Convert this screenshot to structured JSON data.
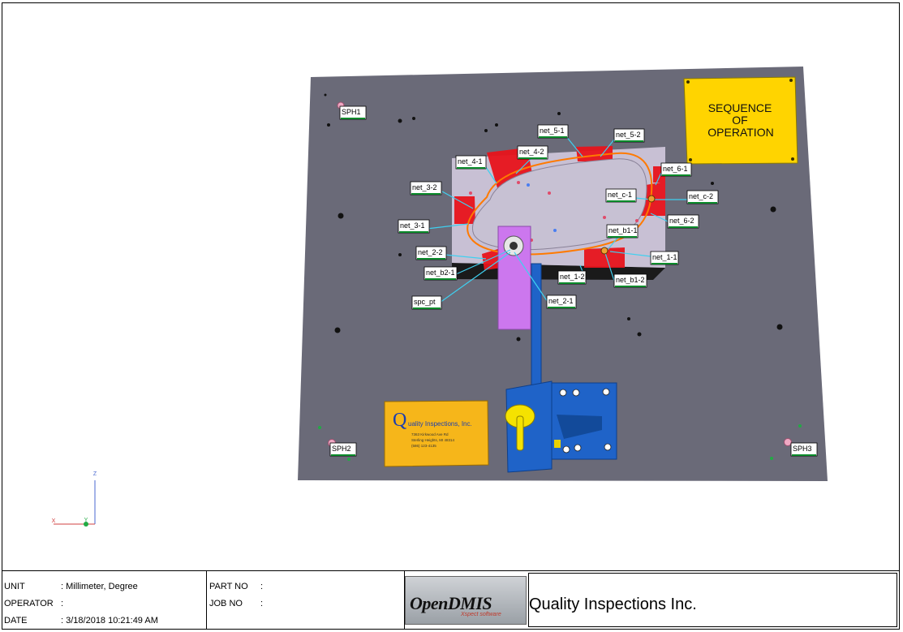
{
  "scene": {
    "sequence_title_lines": [
      "SEQUENCE",
      "OF",
      "OPERATION"
    ],
    "company_plate": {
      "initial": "Q",
      "name_rest": "uality Inspections, Inc.",
      "address_lines": [
        "7363 Kirkwood Ave Rd",
        "Sterling Heights, MI 48314",
        "(586) 123-4135"
      ]
    },
    "labels": [
      {
        "id": "SPH1",
        "text": "SPH1"
      },
      {
        "id": "SPH2",
        "text": "SPH2"
      },
      {
        "id": "SPH3",
        "text": "SPH3"
      },
      {
        "id": "net_5-1",
        "text": "net_5-1"
      },
      {
        "id": "net_5-2",
        "text": "net_5-2"
      },
      {
        "id": "net_4-1",
        "text": "net_4-1"
      },
      {
        "id": "net_4-2",
        "text": "net_4-2"
      },
      {
        "id": "net_6-1",
        "text": "net_6-1"
      },
      {
        "id": "net_3-2",
        "text": "net_3-2"
      },
      {
        "id": "net_c-1",
        "text": "net_c-1"
      },
      {
        "id": "net_c-2",
        "text": "net_c-2"
      },
      {
        "id": "net_3-1",
        "text": "net_3-1"
      },
      {
        "id": "net_6-2",
        "text": "net_6-2"
      },
      {
        "id": "net_b1-1",
        "text": "net_b1-1"
      },
      {
        "id": "net_2-2",
        "text": "net_2-2"
      },
      {
        "id": "net_1-1",
        "text": "net_1-1"
      },
      {
        "id": "net_b2-1",
        "text": "net_b2-1"
      },
      {
        "id": "net_1-2",
        "text": "net_1-2"
      },
      {
        "id": "net_b1-2",
        "text": "net_b1-2"
      },
      {
        "id": "spc_pt",
        "text": "spc_pt"
      },
      {
        "id": "net_2-1",
        "text": "net_2-1"
      }
    ],
    "axes": {
      "x": "X",
      "y": "Y",
      "z": "Z"
    },
    "colors": {
      "plate": "#6a6a78",
      "sign": "#ffd400",
      "pad": "#e8141c",
      "part": "#c7c1d3",
      "arm": "#cc77ee",
      "clamp": "#1f63c8",
      "leader": "#3fd0f0"
    }
  },
  "footer": {
    "unit": {
      "label": "UNIT",
      "value": ": Millimeter, Degree"
    },
    "operator": {
      "label": "OPERATOR",
      "value": ":"
    },
    "date": {
      "label": "DATE",
      "value": ": 3/18/2018 10:21:49 AM"
    },
    "part_no": {
      "label": "PART NO",
      "value": ":"
    },
    "job_no": {
      "label": "JOB NO",
      "value": ":"
    },
    "logo": {
      "name": "OpenDMIS",
      "sub": "Xspect software"
    },
    "company": "Quality Inspections Inc."
  }
}
